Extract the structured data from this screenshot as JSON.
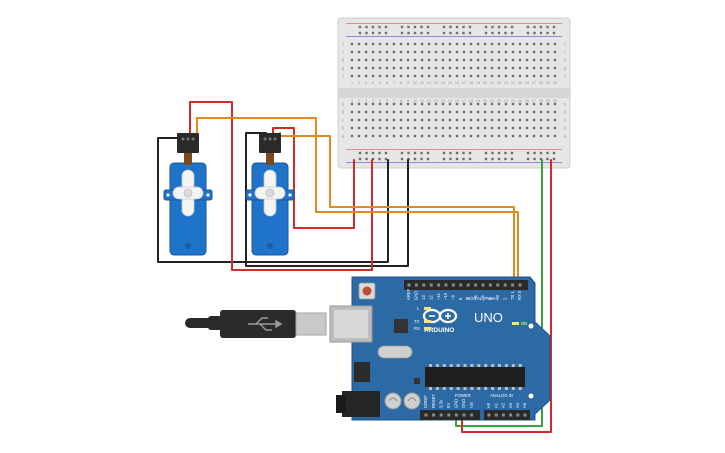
{
  "board": {
    "name": "ARDUINO",
    "model": "UNO",
    "digital_label": "DIGITAL (PWM~)",
    "power_label": "POWER",
    "analog_label": "ANALOG IN",
    "aref_label": "AREF",
    "gnd_label": "GND",
    "top_pins": [
      "13",
      "12",
      "~11",
      "~10",
      "~9",
      "8",
      "7",
      "~6",
      "~5",
      "4",
      "~3",
      "2",
      "TX 1",
      "RX 0"
    ],
    "power_pins": [
      "IOREF",
      "RESET",
      "3.3V",
      "5V",
      "GND",
      "GND",
      "Vin"
    ],
    "analog_pins": [
      "A0",
      "A1",
      "A2",
      "A3",
      "A4",
      "A5"
    ],
    "led_labels": [
      "L",
      "TX",
      "RX"
    ],
    "on_label": "ON"
  },
  "breadboard": {
    "columns": 30,
    "row_letters_top": [
      "j",
      "i",
      "h",
      "g",
      "f"
    ],
    "row_letters_bottom": [
      "e",
      "d",
      "c",
      "b",
      "a"
    ]
  },
  "colors": {
    "board": "#2c6aa6",
    "wire_red": "#d42a2a",
    "wire_orange": "#e4891e",
    "wire_black": "#222222",
    "wire_green": "#3aa23a",
    "servo_body": "#1f73c9"
  }
}
